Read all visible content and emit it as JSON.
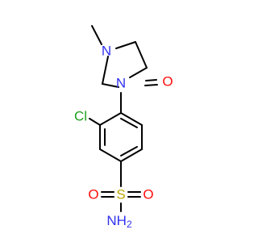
{
  "structure": {
    "atoms": {
      "n_methyl": {
        "label": "N",
        "color": "#3030f0"
      },
      "n_aryl": {
        "label": "N",
        "color": "#3030f0"
      },
      "o_carbonyl": {
        "label": "O",
        "color": "#ff0d0d"
      },
      "cl": {
        "label": "Cl",
        "color": "#1fa01f"
      },
      "s": {
        "label": "S",
        "color": "#b8a800"
      },
      "o_sulfonyl_left": {
        "label": "O",
        "color": "#ff0d0d"
      },
      "o_sulfonyl_right": {
        "label": "O",
        "color": "#ff0d0d"
      },
      "nh2": {
        "label": "NH",
        "sub": "2",
        "color": "#3030f0"
      }
    },
    "bond_color": "#000000"
  }
}
